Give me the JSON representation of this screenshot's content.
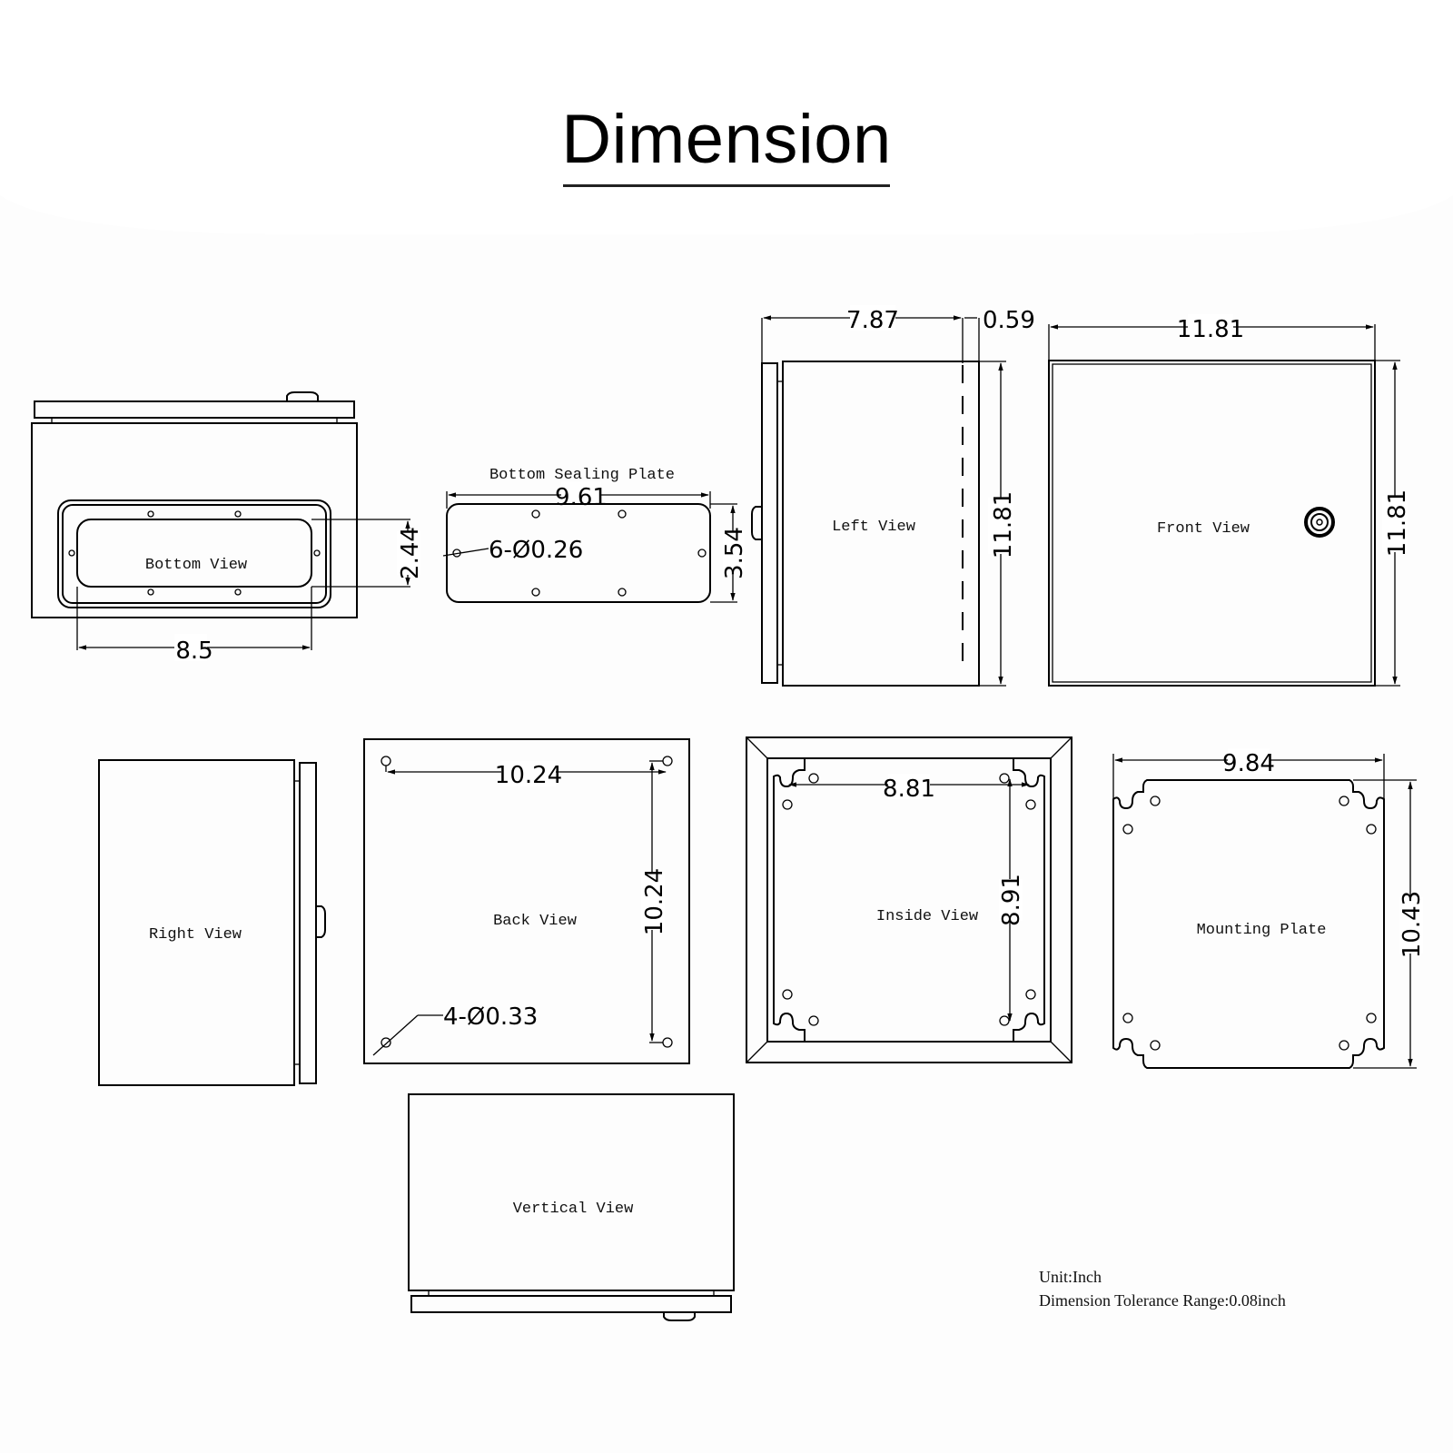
{
  "title": "Dimension",
  "views": {
    "bottom_view": {
      "label": "Bottom View",
      "width_dim": "8.5",
      "height_dim": "2.44"
    },
    "bottom_sealing_plate": {
      "label": "Bottom Sealing Plate",
      "width_dim": "9.61",
      "height_dim": "3.54",
      "holes": "6-Ø0.26"
    },
    "left_view": {
      "label": "Left View",
      "depth_dim": "7.87",
      "door_dim": "0.59",
      "height_dim": "11.81"
    },
    "front_view": {
      "label": "Front View",
      "width_dim": "11.81",
      "height_dim": "11.81"
    },
    "right_view": {
      "label": "Right View"
    },
    "back_view": {
      "label": "Back View",
      "width_dim": "10.24",
      "height_dim": "10.24",
      "holes": "4-Ø0.33"
    },
    "inside_view": {
      "label": "Inside View",
      "width_dim": "8.81",
      "height_dim": "8.91"
    },
    "mounting_plate": {
      "label": "Mounting Plate",
      "width_dim": "9.84",
      "height_dim": "10.43"
    },
    "vertical_view": {
      "label": "Vertical View"
    }
  },
  "notes": {
    "unit": "Unit:Inch",
    "tolerance": "Dimension Tolerance Range:0.08inch"
  }
}
